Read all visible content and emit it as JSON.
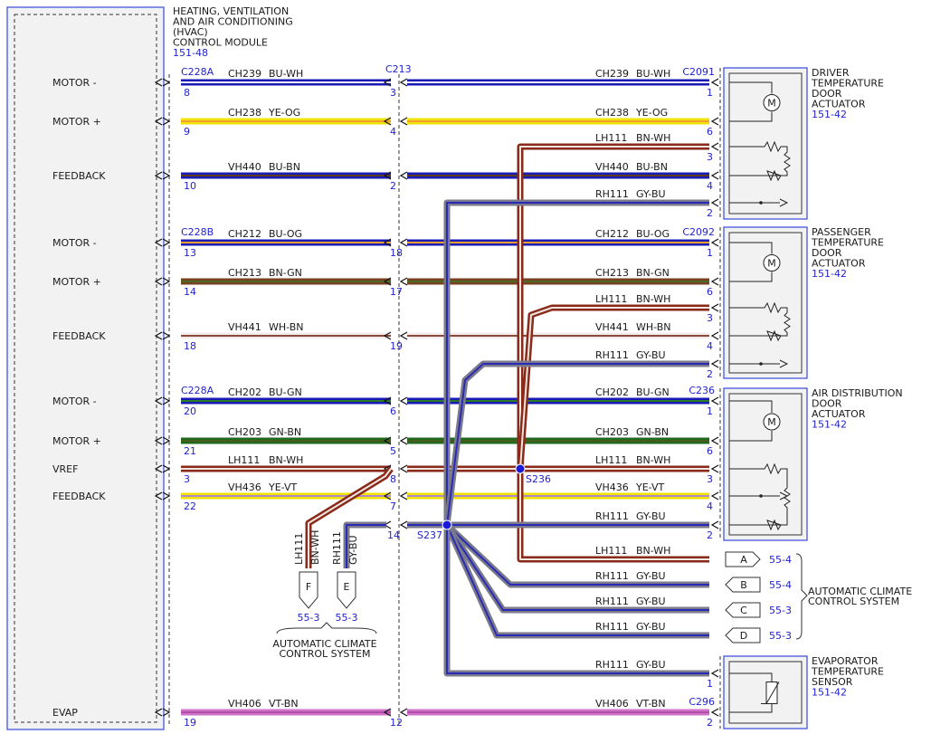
{
  "colors": {
    "BU-WH": [
      "#1a1ab4",
      "#f2f2ff"
    ],
    "YE-OG": [
      "#f2e200",
      "#f2a030"
    ],
    "BN-WH": [
      "#8a2a1a",
      "#f0e6e0"
    ],
    "BU-BN": [
      "#1a1ab4",
      "#5a3a20"
    ],
    "GY-BU": [
      "#7a7a8a",
      "#2a2ab8"
    ],
    "BU-OG": [
      "#1a1ab4",
      "#f2a030"
    ],
    "BN-GN": [
      "#7a4020",
      "#4a6a2a"
    ],
    "WH-BN": [
      "#f4ecec",
      "#8a4a3a"
    ],
    "BU-GN": [
      "#1a1ab4",
      "#2a7a2a"
    ],
    "GN-BN": [
      "#1f6a1f",
      "#4a5a1a"
    ],
    "YE-VT": [
      "#f2e200",
      "#b08ad0"
    ],
    "VT-BN": [
      "#d070c8",
      "#b050a8"
    ]
  },
  "module": {
    "title_lines": [
      "HEATING, VENTILATION",
      "AND AIR CONDITIONING",
      "(HVAC)",
      "CONTROL MODULE"
    ],
    "ref": "151-48",
    "pin_labels": [
      {
        "id": "motor-minus-1",
        "text": "MOTOR -",
        "row": 0
      },
      {
        "id": "motor-plus-1",
        "text": "MOTOR +",
        "row": 1
      },
      {
        "id": "feedback-1",
        "text": "FEEDBACK",
        "row": 2
      },
      {
        "id": "motor-minus-2",
        "text": "MOTOR -",
        "row": 4
      },
      {
        "id": "motor-plus-2",
        "text": "MOTOR +",
        "row": 5
      },
      {
        "id": "feedback-2",
        "text": "FEEDBACK",
        "row": 6
      },
      {
        "id": "motor-minus-3",
        "text": "MOTOR -",
        "row": 8
      },
      {
        "id": "motor-plus-3",
        "text": "MOTOR +",
        "row": 9
      },
      {
        "id": "vref",
        "text": "VREF",
        "row": 10
      },
      {
        "id": "feedback-3",
        "text": "FEEDBACK",
        "row": 11
      },
      {
        "id": "evap",
        "text": "EVAP",
        "row": 17
      }
    ]
  },
  "connectors": {
    "module_connectors": [
      {
        "name": "C228A",
        "row": 0
      },
      {
        "name": "C228B",
        "row": 4
      },
      {
        "name": "C228A",
        "row": 8
      }
    ],
    "inline": {
      "name": "C213"
    }
  },
  "wires": [
    {
      "row": 0,
      "circuit": "CH239",
      "color": "BU-WH",
      "mod_pin": "8",
      "c213_pin": "3",
      "dev_pin": "1",
      "dev_conn": "C2091"
    },
    {
      "row": 1,
      "circuit": "CH238",
      "color": "YE-OG",
      "mod_pin": "9",
      "c213_pin": "4",
      "dev_pin": "6"
    },
    {
      "row": 2,
      "circuit": "VH440",
      "color": "BU-BN",
      "mod_pin": "10",
      "c213_pin": "2",
      "dev_pin": "4"
    },
    {
      "row": 4,
      "circuit": "CH212",
      "color": "BU-OG",
      "mod_pin": "13",
      "c213_pin": "18",
      "dev_pin": "1",
      "dev_conn": "C2092"
    },
    {
      "row": 5,
      "circuit": "CH213",
      "color": "BN-GN",
      "mod_pin": "14",
      "c213_pin": "17",
      "dev_pin": "6"
    },
    {
      "row": 6,
      "circuit": "VH441",
      "color": "WH-BN",
      "mod_pin": "18",
      "c213_pin": "19",
      "dev_pin": "4"
    },
    {
      "row": 8,
      "circuit": "CH202",
      "color": "BU-GN",
      "mod_pin": "20",
      "c213_pin": "6",
      "dev_pin": "1",
      "dev_conn": "C236"
    },
    {
      "row": 9,
      "circuit": "CH203",
      "color": "GN-BN",
      "mod_pin": "21",
      "c213_pin": "5",
      "dev_pin": "6"
    },
    {
      "row": 10,
      "circuit": "LH111",
      "color": "BN-WH",
      "mod_pin": "3",
      "c213_pin": "8",
      "dev_pin": "3",
      "right_label": true
    },
    {
      "row": 11,
      "circuit": "VH436",
      "color": "YE-VT",
      "mod_pin": "22",
      "c213_pin": "7",
      "dev_pin": "4"
    },
    {
      "row": 17,
      "circuit": "VH406",
      "color": "VT-BN",
      "mod_pin": "19",
      "c213_pin": "12",
      "dev_pin": "2",
      "dev_conn": "C296"
    }
  ],
  "right_only_wires": [
    {
      "row": 3,
      "circuit": "LH111",
      "color": "BN-WH",
      "dev_pin": "3",
      "end": "device"
    },
    {
      "row": 3.5,
      "circuit": "RH111",
      "color": "GY-BU",
      "dev_pin": "2",
      "end": "device"
    },
    {
      "row": 7,
      "circuit": "LH111",
      "color": "BN-WH",
      "dev_pin": "3",
      "end": "device"
    },
    {
      "row": 7.5,
      "circuit": "RH111",
      "color": "GY-BU",
      "dev_pin": "2",
      "end": "device"
    },
    {
      "row": 12,
      "circuit": "RH111",
      "color": "GY-BU",
      "dev_pin": "2",
      "end": "device"
    },
    {
      "row": 13,
      "circuit": "LH111",
      "color": "BN-WH",
      "dev_pin": "",
      "end": "A"
    },
    {
      "row": 14,
      "circuit": "RH111",
      "color": "GY-BU",
      "dev_pin": "",
      "end": "B"
    },
    {
      "row": 15,
      "circuit": "RH111",
      "color": "GY-BU",
      "dev_pin": "",
      "end": "C"
    },
    {
      "row": 16,
      "circuit": "RH111",
      "color": "GY-BU",
      "dev_pin": "",
      "end": "D"
    },
    {
      "row": 16.7,
      "circuit": "RH111",
      "color": "GY-BU",
      "dev_pin": "1",
      "end": "device"
    }
  ],
  "c213_extra": {
    "pin": "14"
  },
  "splices": [
    {
      "name": "S236"
    },
    {
      "name": "S237"
    }
  ],
  "devices": [
    {
      "id": "driver-temp-door",
      "lines": [
        "DRIVER",
        "TEMPERATURE",
        "DOOR",
        "ACTUATOR"
      ],
      "ref": "151-42"
    },
    {
      "id": "passenger-temp-door",
      "lines": [
        "PASSENGER",
        "TEMPERATURE",
        "DOOR",
        "ACTUATOR"
      ],
      "ref": "151-42"
    },
    {
      "id": "air-distribution-door",
      "lines": [
        "AIR DISTRIBUTION",
        "DOOR",
        "ACTUATOR"
      ],
      "ref": "151-42"
    },
    {
      "id": "evaporator-temp-sensor",
      "lines": [
        "EVAPORATOR",
        "TEMPERATURE",
        "SENSOR"
      ],
      "ref": "151-42"
    }
  ],
  "offpage_right": [
    {
      "letter": "A",
      "ref": "55-4"
    },
    {
      "letter": "B",
      "ref": "55-4"
    },
    {
      "letter": "C",
      "ref": "55-3"
    },
    {
      "letter": "D",
      "ref": "55-3"
    }
  ],
  "offpage_right_system": [
    "AUTOMATIC CLIMATE",
    "CONTROL SYSTEM"
  ],
  "offpage_bottom": [
    {
      "letter": "F",
      "ref": "55-3",
      "circuit": "LH111",
      "color": "BN-WH"
    },
    {
      "letter": "E",
      "ref": "55-3",
      "circuit": "RH111",
      "color": "GY-BU"
    }
  ],
  "offpage_bottom_system": [
    "AUTOMATIC CLIMATE",
    "CONTROL SYSTEM"
  ]
}
